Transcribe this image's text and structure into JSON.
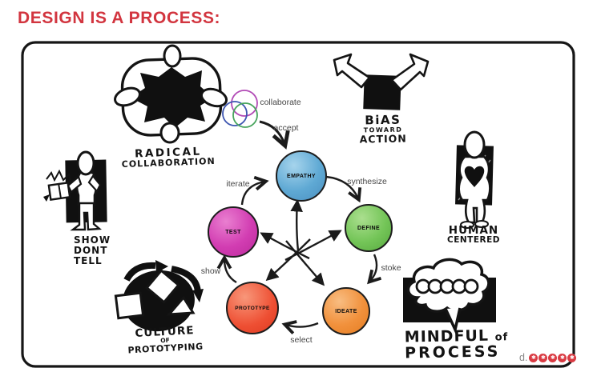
{
  "title": "DESIGN IS A PROCESS:",
  "palette": {
    "title_red": "#d2353f",
    "ink": "#141414",
    "empathy_blue": "#5fa9d4",
    "define_green": "#74c558",
    "ideate_orange": "#f1913c",
    "prototype_red": "#ee4f33",
    "test_magenta": "#d23db2",
    "venn_purple": "#b24bb6",
    "venn_blue": "#3c55b0",
    "venn_green": "#47a45c",
    "logo_red": "#d93a42"
  },
  "process": {
    "stages": [
      {
        "label": "EMPATHY"
      },
      {
        "label": "DEFINE"
      },
      {
        "label": "IDEATE"
      },
      {
        "label": "PROTOTYPE"
      },
      {
        "label": "TEST"
      }
    ],
    "flow_labels": {
      "collaborate": "collaborate",
      "accept": "accept",
      "iterate": "iterate",
      "synthesize": "synthesize",
      "stoke": "stoke",
      "select": "select",
      "show": "show"
    }
  },
  "principles": {
    "radical_collaboration": {
      "line1": "RADICAL",
      "line2": "COLLABORATION"
    },
    "bias_toward_action": {
      "line1": "BiAS",
      "line2": "TOWARD",
      "line3": "ACTION"
    },
    "show_dont_tell": {
      "line1": "SHOW",
      "line2": "DONT",
      "line3": "TELL"
    },
    "human_centered": {
      "line1": "HUMAN",
      "line2": "CENTERED"
    },
    "culture_of_prototyping": {
      "line1": "CULTURE",
      "line2": "OF",
      "line3": "PROTOTYPING"
    },
    "mindful_of_process": {
      "line1_main": "MINDFUL",
      "line1_small": "of",
      "line2": "PROCESS"
    }
  },
  "logo": {
    "prefix": "d.",
    "dot_count": 5,
    "dot_glyph": "✱"
  }
}
